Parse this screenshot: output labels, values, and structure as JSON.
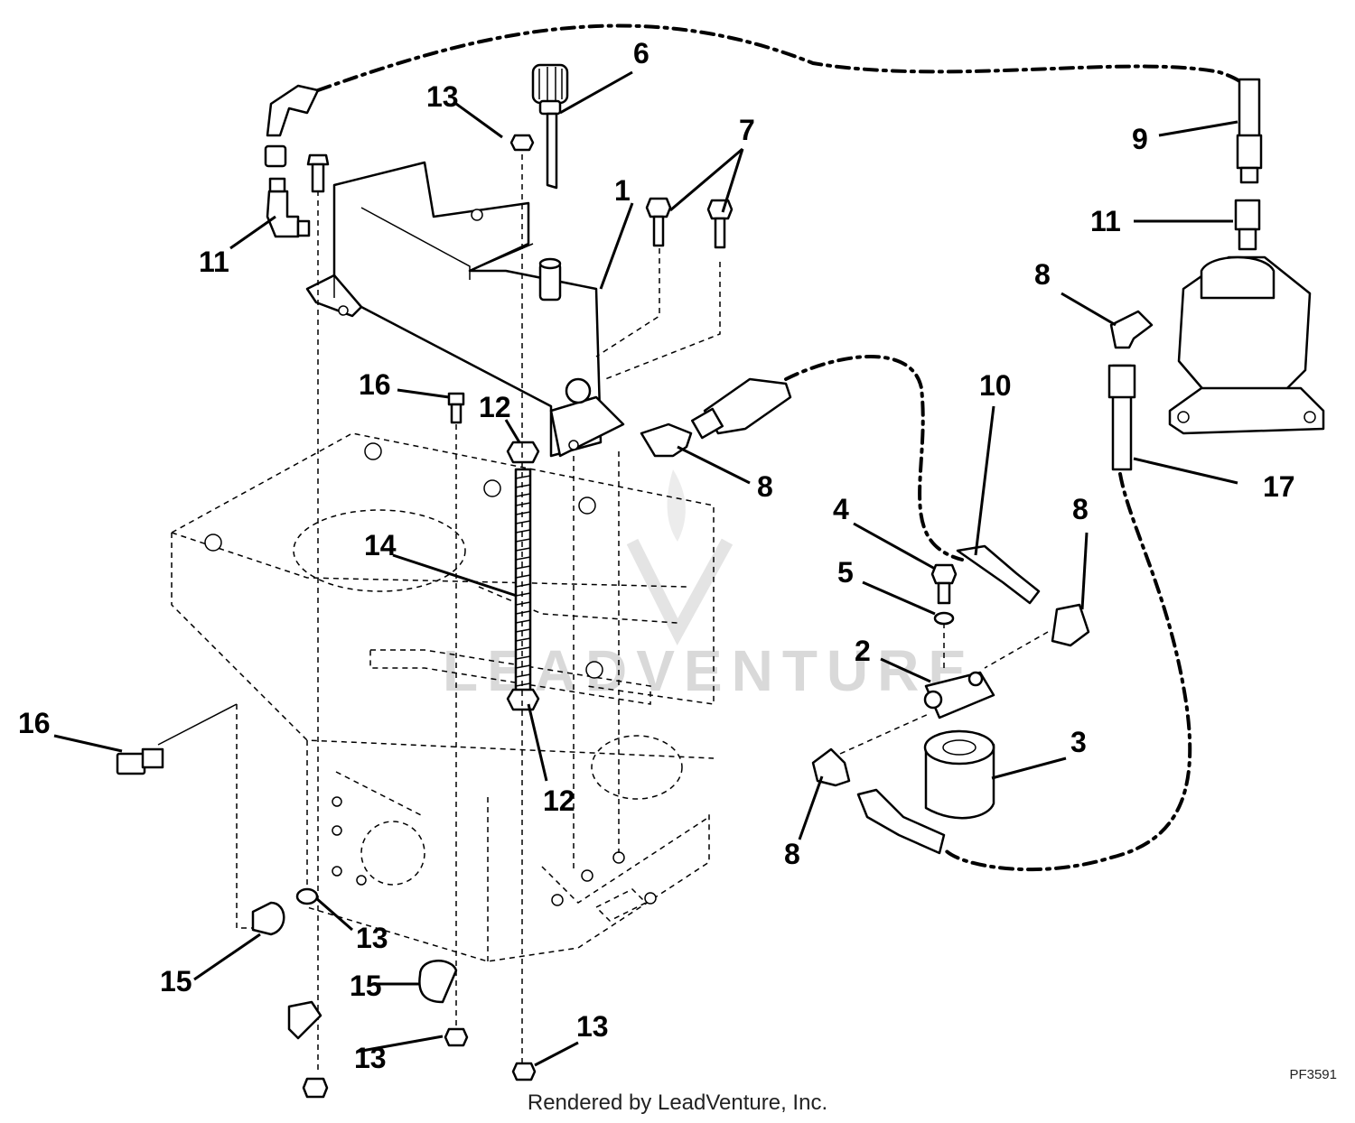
{
  "watermark": "LEADVENTURE",
  "footer": "Rendered by LeadVenture, Inc.",
  "figure_id": "PF3591",
  "callouts": [
    "1",
    "2",
    "3",
    "4",
    "5",
    "6",
    "7",
    "8",
    "8",
    "8",
    "8",
    "9",
    "10",
    "11",
    "11",
    "12",
    "12",
    "13",
    "13",
    "13",
    "13",
    "14",
    "15",
    "15",
    "16",
    "16",
    "17"
  ]
}
